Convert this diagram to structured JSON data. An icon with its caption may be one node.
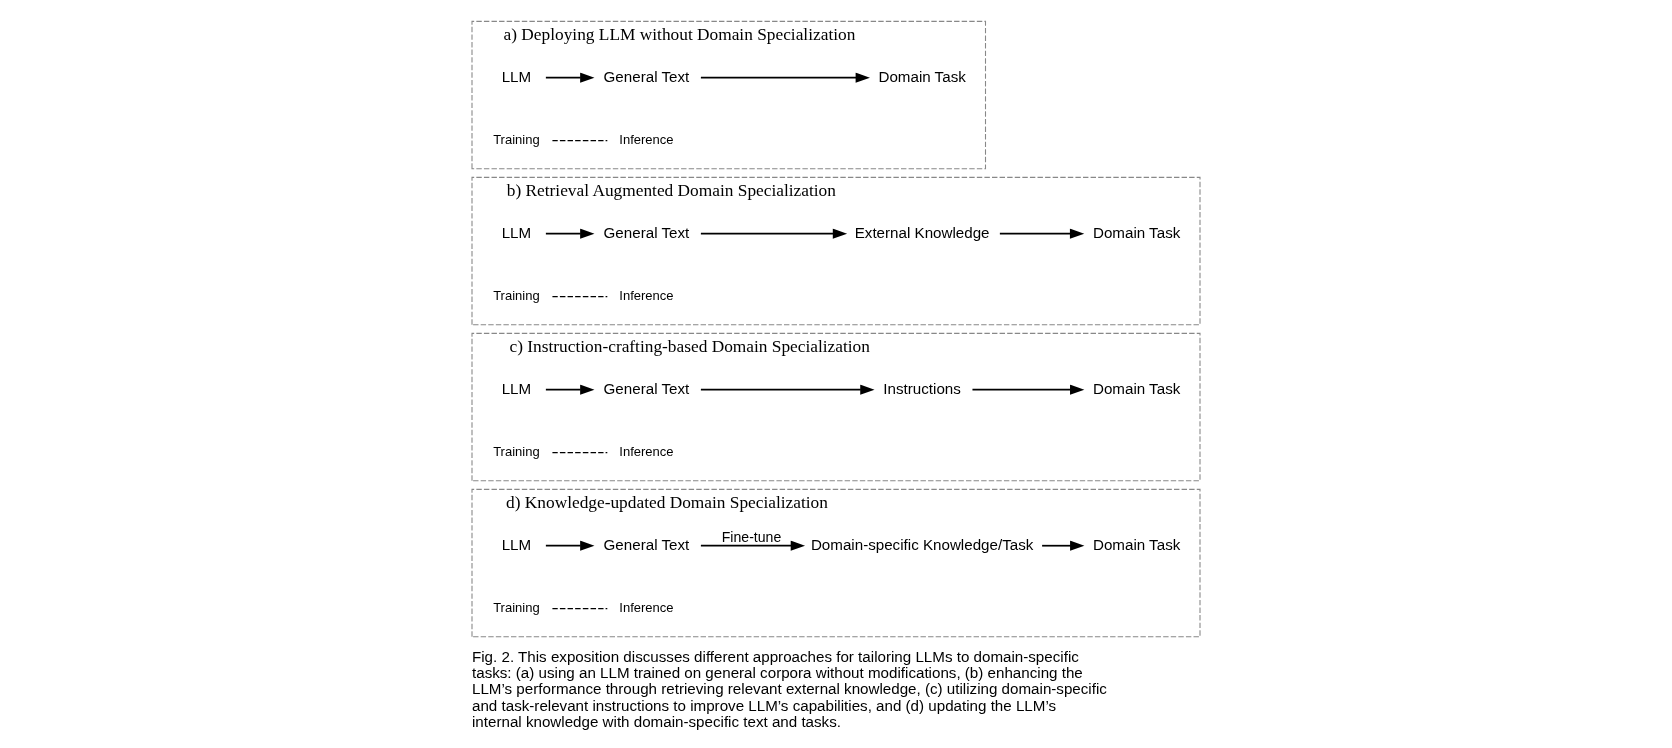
{
  "diagram": {
    "caption": "Fig. 2. This exposition discusses different approaches for tailoring LLMs to domain-specific tasks: (a) using an LLM trained on general corpora without modifications, (b) enhancing the LLM’s performance through retrieving relevant external knowledge, (c) utilizing domain-specific and task-relevant instructions to improve LLM’s capabilities, and (d) updating the LLM’s internal knowledge with domain-specific text and tasks.",
    "nodes": [
      {
        "text": [
          "a) Deploying LLM without Domain Specialization"
        ]
      },
      {
        "text": [
          "LLM"
        ],
        "in": 0
      },
      {
        "text": [
          "General Text"
        ],
        "in": 0
      },
      {
        "text": [
          "Domain Task"
        ],
        "in": 0
      },
      {
        "text": [
          "b) Retrieval Augmented Domain Specialization"
        ]
      },
      {
        "text": [
          "LLM"
        ],
        "in": 4
      },
      {
        "text": [
          "General Text"
        ],
        "in": 4
      },
      {
        "text": [
          "External Knowledge"
        ],
        "in": 4
      },
      {
        "text": [
          "Domain Task"
        ],
        "in": 4
      },
      {
        "text": [
          "c) Instruction-crafting-based Domain Specialization"
        ]
      },
      {
        "text": [
          "LLM"
        ],
        "in": 9
      },
      {
        "text": [
          "General Text"
        ],
        "in": 9
      },
      {
        "text": [
          "Instructions"
        ],
        "in": 9
      },
      {
        "text": [
          "Domain Task"
        ],
        "in": 9
      },
      {
        "text": [
          "d) Knowledge-updated Domain Specialization"
        ]
      },
      {
        "text": [
          "LLM"
        ],
        "in": 14
      },
      {
        "text": [
          "General Text"
        ],
        "in": 14
      },
      {
        "text": [
          "Domain-specific Knowledge/Task"
        ],
        "in": 14
      },
      {
        "text": [
          "Domain Task"
        ],
        "in": 14
      }
    ],
    "edges": [
      {
        "from": 1,
        "to": 2,
        "arrow": "to"
      },
      {
        "from": 2,
        "to": 3,
        "arrow": "to"
      },
      {
        "from": 5,
        "to": 6,
        "arrow": "to"
      },
      {
        "from": 6,
        "to": 7,
        "arrow": "to"
      },
      {
        "from": 7,
        "to": 8,
        "arrow": "to"
      },
      {
        "from": 10,
        "to": 11,
        "arrow": "to"
      },
      {
        "from": 11,
        "to": 12,
        "arrow": "to"
      },
      {
        "from": 12,
        "to": 13,
        "arrow": "to"
      },
      {
        "from": 15,
        "to": 16,
        "arrow": "to"
      },
      {
        "from": 16,
        "to": 17,
        "label": "Fine-tune",
        "arrow": "to"
      },
      {
        "from": 17,
        "to": 18,
        "arrow": "to"
      }
    ],
    "labels": [
      "Training",
      "Inference",
      "Training",
      "Inference",
      "Training",
      "Inference",
      "Training",
      "Inference"
    ]
  }
}
